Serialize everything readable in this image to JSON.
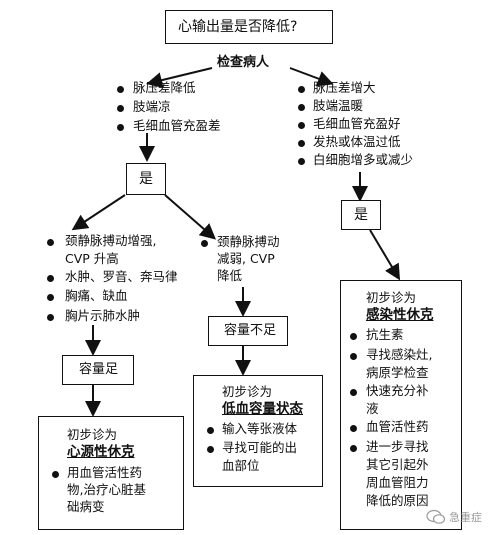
{
  "top_question": "心输出量是否降低?",
  "check_label": "检查病人",
  "left_signs": [
    "脉压差降低",
    "肢端凉",
    "毛细血管充盈差"
  ],
  "right_signs": [
    "脉压差增大",
    "肢端温暖",
    "毛细血管充盈好",
    "发热或体温过低",
    "白细胞增多或减少"
  ],
  "yes_left": "是",
  "yes_right": "是",
  "branch_a": [
    "颈静脉搏动增强,",
    "CVP 升高",
    "水肿、罗音、奔马律",
    "胸痛、缺血",
    "胸片示肺水肿"
  ],
  "branch_b": [
    "颈静脉搏动",
    "减弱, CVP",
    "降低"
  ],
  "vol_full": "容量足",
  "vol_low": "容量不足",
  "cardio": {
    "prelim": "初步诊为",
    "title": "心源性休克",
    "lines": [
      "用血管活性药",
      "物,治疗心脏基",
      "础病变"
    ]
  },
  "hypo": {
    "prelim": "初步诊为",
    "title": "低血容量状态",
    "lines": [
      "输入等张液体",
      "寻找可能的出",
      "血部位"
    ]
  },
  "sepsis": {
    "prelim": "初步诊为",
    "title": "感染性休克",
    "lines": [
      "抗生素",
      "寻找感染灶,",
      "病原学检查",
      "快速充分补",
      "液",
      "血管活性药",
      "进一步寻找",
      "其它引起外",
      "周血管阻力",
      "降低的原因"
    ]
  },
  "watermark": "急重症"
}
